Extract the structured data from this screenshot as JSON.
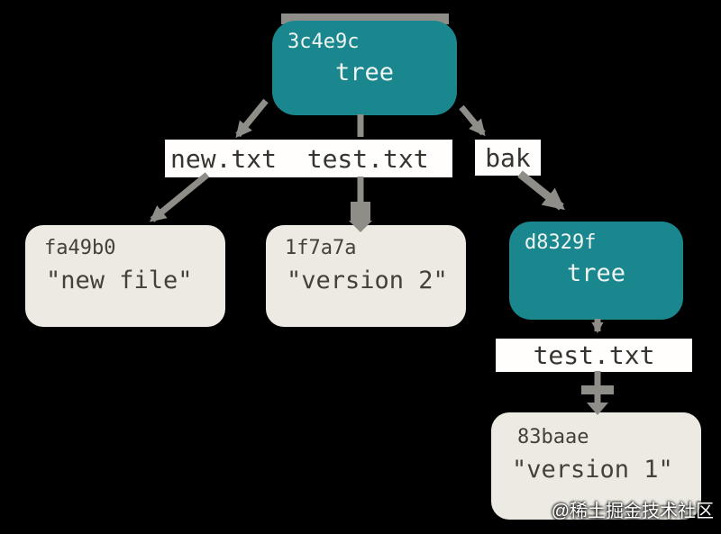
{
  "diagram": {
    "title_hint": "git tree objects diagram",
    "nodes": {
      "root": {
        "hash": "3c4e9c",
        "label": "tree",
        "kind": "tree"
      },
      "blob_new": {
        "hash": "fa49b0",
        "label": "\"new file\"",
        "kind": "blob"
      },
      "blob_v2": {
        "hash": "1f7a7a",
        "label": "\"version 2\"",
        "kind": "blob"
      },
      "subtree": {
        "hash": "d8329f",
        "label": "tree",
        "kind": "tree"
      },
      "blob_v1": {
        "hash": "83baae",
        "label": "\"version 1\"",
        "kind": "blob"
      }
    },
    "edge_labels": {
      "files": "new.txt  test.txt",
      "bak": "bak",
      "test": "test.txt"
    },
    "edges": [
      {
        "from": "3c4e9c",
        "via": "new.txt",
        "to": "fa49b0"
      },
      {
        "from": "3c4e9c",
        "via": "test.txt",
        "to": "1f7a7a"
      },
      {
        "from": "3c4e9c",
        "via": "bak",
        "to": "d8329f"
      },
      {
        "from": "d8329f",
        "via": "test.txt",
        "to": "83baae"
      }
    ],
    "colors": {
      "background": "#000000",
      "tree_fill": "#1a868d",
      "blob_fill": "#eceae2",
      "label_bg": "#fffefd",
      "arrow_gray": "#8f8d88",
      "text_dark": "#45413a",
      "text_light": "#eff5f4"
    },
    "watermark": "@稀土掘金技术社区"
  }
}
